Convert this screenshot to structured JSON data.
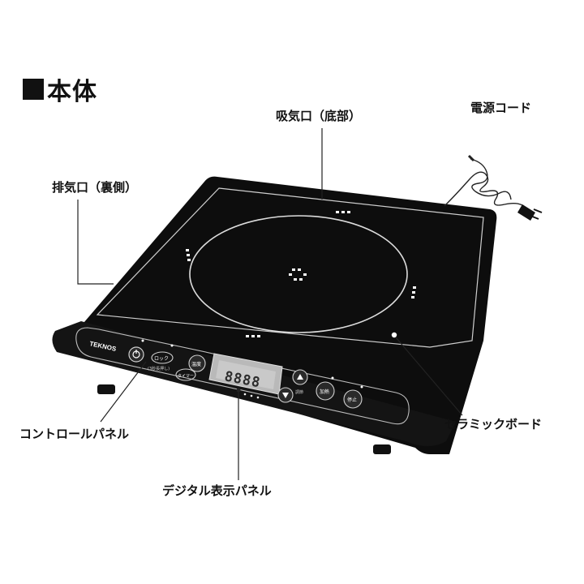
{
  "heading": {
    "title": "本体",
    "marker_icon": "black-square"
  },
  "labels": {
    "intake": "吸気口（底部）",
    "exhaust": "排気口（裏側）",
    "power_cord": "電源コード",
    "control_panel": "コントロールパネル",
    "ceramic_board": "セラミックボード",
    "digital_display": "デジタル表示パネル"
  },
  "device": {
    "brand": "TEKNOS",
    "display_digits": "8888",
    "buttons": {
      "lock": "ロック",
      "lock_hint": "(3秒長押し)",
      "timer": "タイマー",
      "power_icon": "power-icon",
      "temperature": "温度",
      "heat": "加熱",
      "cancel": "停止",
      "up_icon": "triangle-up-icon",
      "down_icon": "triangle-down-icon",
      "adjust": "調節"
    }
  },
  "colors": {
    "body": "#0d0d0d",
    "outline": "#ffffff",
    "text": "#111111"
  }
}
